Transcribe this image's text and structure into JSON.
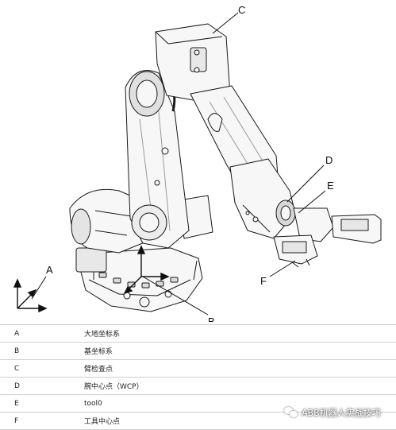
{
  "callouts": {
    "a": "A",
    "b": "B",
    "c": "C",
    "d": "D",
    "e": "E",
    "f": "F"
  },
  "legend": [
    {
      "key": "A",
      "desc": "大地坐标系"
    },
    {
      "key": "B",
      "desc": "基坐标系"
    },
    {
      "key": "C",
      "desc": "臂检查点"
    },
    {
      "key": "D",
      "desc": "腕中心点（WCP）"
    },
    {
      "key": "E",
      "desc": "tool0"
    },
    {
      "key": "F",
      "desc": "工具中心点"
    }
  ],
  "watermark": {
    "text": "ABB机器人实战技巧",
    "icon": "wechat-icon"
  },
  "colors": {
    "line": "#1a1a1a",
    "robot_fill": "#f7f7f7",
    "shade": "#dcdcdc",
    "table_border": "#cfcfcf"
  }
}
